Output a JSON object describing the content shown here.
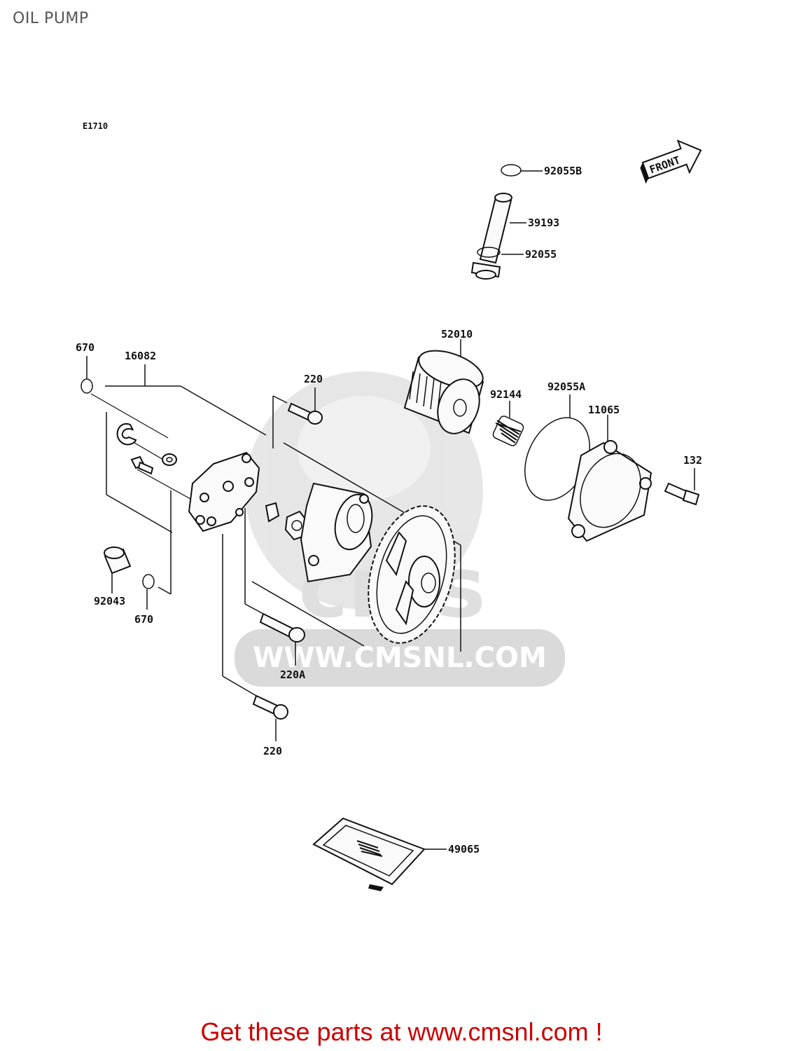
{
  "title": "OIL PUMP",
  "diagram_code": "E1710",
  "front_label": "FRONT",
  "watermark_url": "WWW.CMSNL.COM",
  "watermark_logo": "cms",
  "callouts": {
    "c92055B": "92055B",
    "c39193": "39193",
    "c92055": "92055",
    "c52010": "52010",
    "c670_top": "670",
    "c16082": "16082",
    "c220_top": "220",
    "c92144": "92144",
    "c92055A": "92055A",
    "c11065": "11065",
    "c132": "132",
    "c92043": "92043",
    "c670_bottom": "670",
    "c220A": "220A",
    "c220_bottom": "220",
    "c49065": "49065"
  },
  "footer": "Get these parts at www.cmsnl.com !",
  "colors": {
    "footer": "#cc0000",
    "watermark": "#d8d8d8",
    "line": "#111111"
  }
}
